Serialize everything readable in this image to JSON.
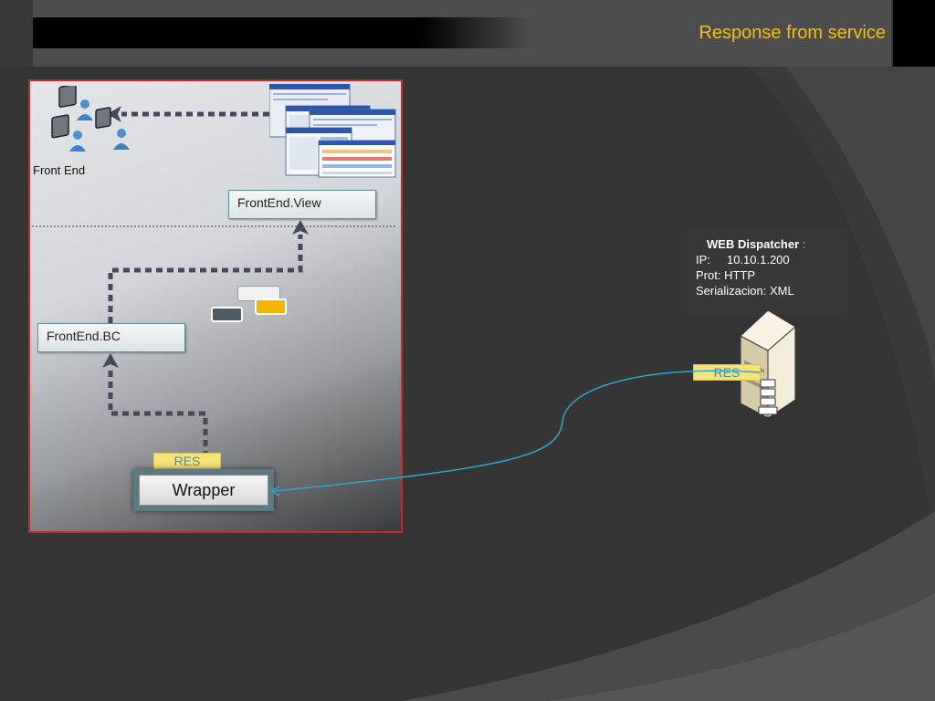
{
  "slide": {
    "title": "Response from service"
  },
  "diagram": {
    "front_end_label": "Front End",
    "frontend_view_label": "FrontEnd.View",
    "frontend_bc_label": "FrontEnd.BC",
    "res_left_label": "RES",
    "res_right_label": "RES",
    "wrapper_label": "Wrapper"
  },
  "dispatcher": {
    "title": "WEB Dispatcher",
    "title_suffix": " :",
    "ip_label": "IP:",
    "ip_value": "10.10.1.200",
    "prot_label": "Prot:",
    "prot_value": "HTTP",
    "serialization_label": "Serializacion:",
    "serialization_value": "XML"
  },
  "icons": {
    "users": "user-workstation-icon",
    "screens": "application-screenshot-icon",
    "server": "server-icon",
    "chips": "message-chip-icon"
  },
  "colors": {
    "title": "#f2c014",
    "panel_border": "#c62a2a",
    "connector": "#2fa7c8",
    "res_tag": "#f6e27a",
    "chip_yellow": "#f5b400"
  }
}
